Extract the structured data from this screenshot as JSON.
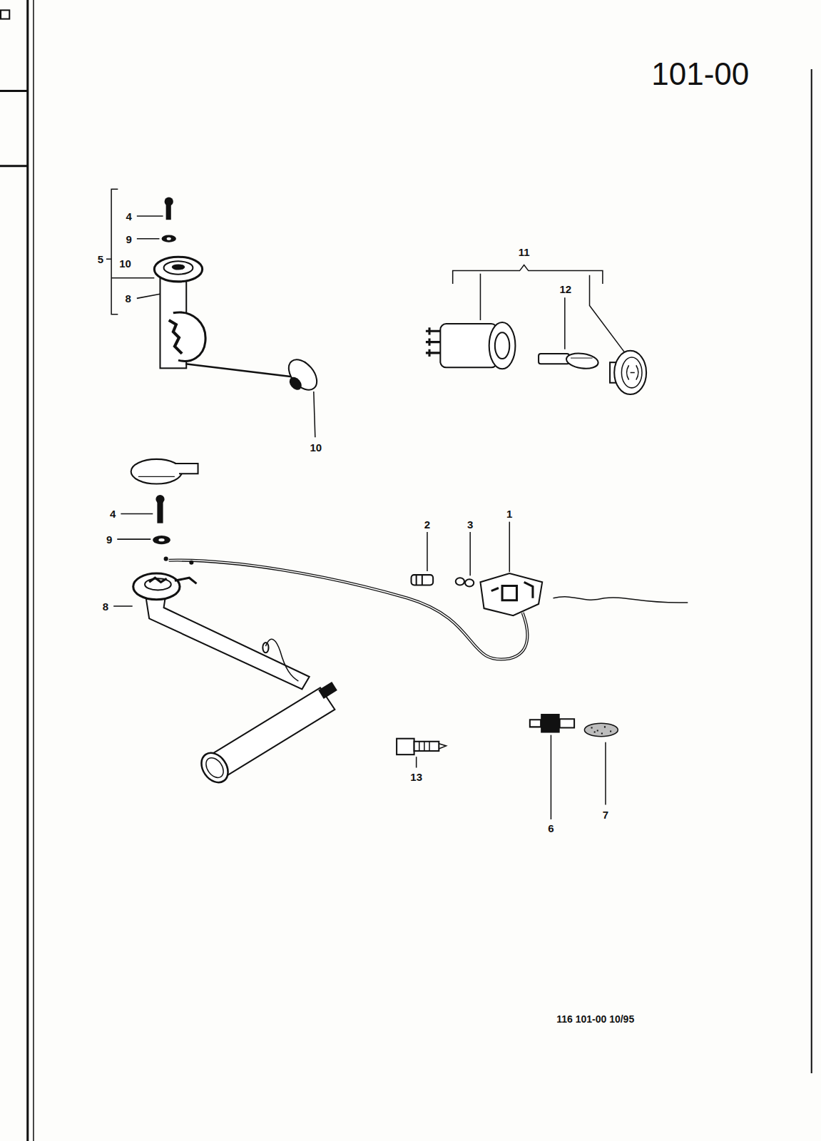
{
  "diagram": {
    "title": "101-00",
    "caption": "116 101-00 10/95",
    "labels": [
      "4",
      "9",
      "5",
      "10",
      "8",
      "10",
      "11",
      "12",
      "4",
      "9",
      "8",
      "2",
      "3",
      "1",
      "13",
      "6",
      "7"
    ]
  }
}
